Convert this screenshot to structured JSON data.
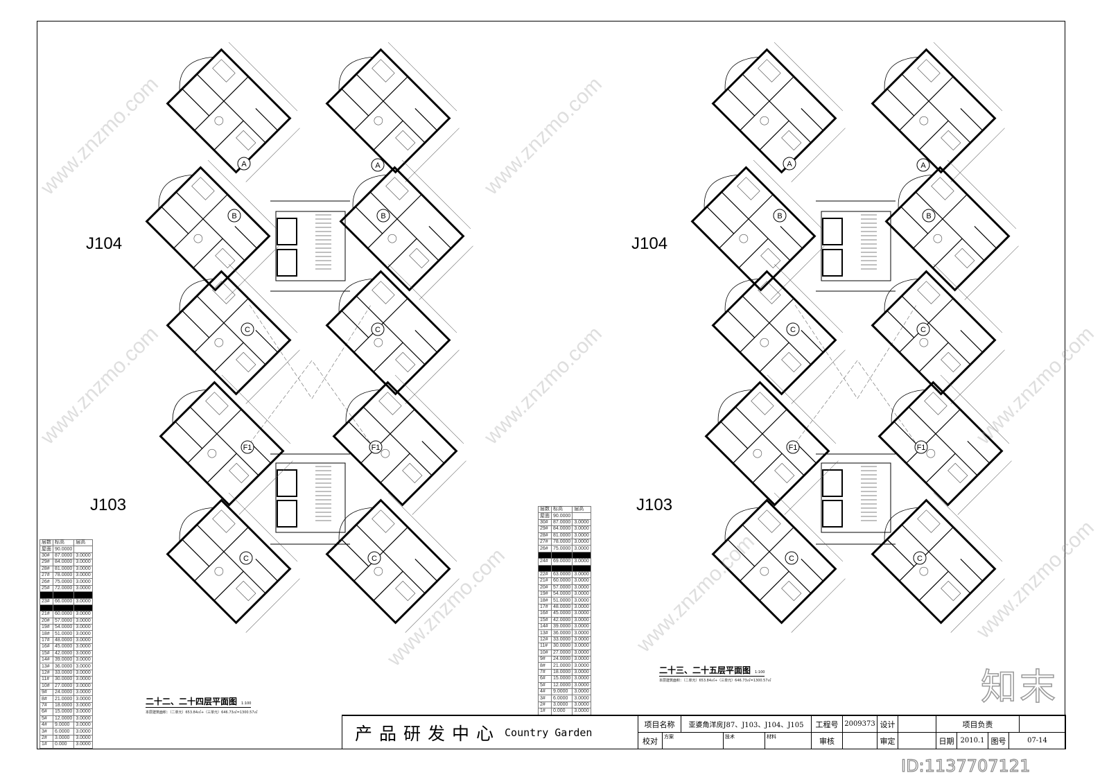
{
  "drawing": {
    "plans": [
      {
        "title": "二十二、二十四层平面图",
        "scale": "1:100",
        "note": "本层建筑面积：（二单元）653.84㎡+（三单元）646.73㎡=1300.57㎡",
        "buildings": [
          "J104",
          "J103"
        ],
        "units": [
          "A",
          "A",
          "B",
          "B",
          "C",
          "C",
          "F1",
          "F1",
          "C",
          "C"
        ]
      },
      {
        "title": "二十三、二十五层平面图",
        "scale": "1:100",
        "note": "本层建筑面积：（二单元）653.84㎡+（三单元）646.73㎡=1300.57㎡",
        "buildings": [
          "J104",
          "J103"
        ],
        "units": [
          "A",
          "A",
          "B",
          "B",
          "C",
          "C",
          "F1",
          "F1",
          "C",
          "C"
        ]
      }
    ],
    "floor_tables": [
      {
        "headers": [
          "层数",
          "标高",
          "层高"
        ],
        "rows": [
          [
            "屋面",
            "90.0000",
            ""
          ],
          [
            "30#",
            "87.0000",
            "3.0000"
          ],
          [
            "29#",
            "84.0000",
            "3.0000"
          ],
          [
            "28#",
            "81.0000",
            "3.0000"
          ],
          [
            "27#",
            "78.0000",
            "3.0000"
          ],
          [
            "26#",
            "75.0000",
            "3.0000"
          ],
          [
            "25#",
            "72.0000",
            "3.0000"
          ],
          [
            "",
            "",
            ""
          ],
          [
            "23#",
            "66.0000",
            "3.0000"
          ],
          [
            "",
            "",
            ""
          ],
          [
            "21#",
            "60.0000",
            "3.0000"
          ],
          [
            "20#",
            "57.0000",
            "3.0000"
          ],
          [
            "19#",
            "54.0000",
            "3.0000"
          ],
          [
            "18#",
            "51.0000",
            "3.0000"
          ],
          [
            "17#",
            "48.0000",
            "3.0000"
          ],
          [
            "16#",
            "45.0000",
            "3.0000"
          ],
          [
            "15#",
            "42.0000",
            "3.0000"
          ],
          [
            "14#",
            "39.0000",
            "3.0000"
          ],
          [
            "13#",
            "36.0000",
            "3.0000"
          ],
          [
            "12#",
            "33.0000",
            "3.0000"
          ],
          [
            "11#",
            "30.0000",
            "3.0000"
          ],
          [
            "10#",
            "27.0000",
            "3.0000"
          ],
          [
            "9#",
            "24.0000",
            "3.0000"
          ],
          [
            "8#",
            "21.0000",
            "3.0000"
          ],
          [
            "7#",
            "18.0000",
            "3.0000"
          ],
          [
            "6#",
            "15.0000",
            "3.0000"
          ],
          [
            "5#",
            "12.0000",
            "3.0000"
          ],
          [
            "4#",
            "9.0000",
            "3.0000"
          ],
          [
            "3#",
            "6.0000",
            "3.0000"
          ],
          [
            "2#",
            "3.0000",
            "3.0000"
          ],
          [
            "1#",
            "0.000",
            "3.0000"
          ]
        ],
        "blacked_rows": [
          7,
          9
        ]
      },
      {
        "headers": [
          "层数",
          "标高",
          "层高"
        ],
        "rows": [
          [
            "屋面",
            "90.0000",
            ""
          ],
          [
            "30#",
            "87.0000",
            "3.0000"
          ],
          [
            "29#",
            "84.0000",
            "3.0000"
          ],
          [
            "28#",
            "81.0000",
            "3.0000"
          ],
          [
            "27#",
            "78.0000",
            "3.0000"
          ],
          [
            "26#",
            "75.0000",
            "3.0000"
          ],
          [
            "",
            "",
            ""
          ],
          [
            "24#",
            "69.0000",
            "3.0000"
          ],
          [
            "",
            "",
            ""
          ],
          [
            "22#",
            "63.0000",
            "3.0000"
          ],
          [
            "21#",
            "60.0000",
            "3.0000"
          ],
          [
            "20#",
            "57.0000",
            "3.0000"
          ],
          [
            "19#",
            "54.0000",
            "3.0000"
          ],
          [
            "18#",
            "51.0000",
            "3.0000"
          ],
          [
            "17#",
            "48.0000",
            "3.0000"
          ],
          [
            "16#",
            "45.0000",
            "3.0000"
          ],
          [
            "15#",
            "42.0000",
            "3.0000"
          ],
          [
            "14#",
            "39.0000",
            "3.0000"
          ],
          [
            "13#",
            "36.0000",
            "3.0000"
          ],
          [
            "12#",
            "33.0000",
            "3.0000"
          ],
          [
            "11#",
            "30.0000",
            "3.0000"
          ],
          [
            "10#",
            "27.0000",
            "3.0000"
          ],
          [
            "9#",
            "24.0000",
            "3.0000"
          ],
          [
            "8#",
            "21.0000",
            "3.0000"
          ],
          [
            "7#",
            "18.0000",
            "3.0000"
          ],
          [
            "6#",
            "15.0000",
            "3.0000"
          ],
          [
            "5#",
            "12.0000",
            "3.0000"
          ],
          [
            "4#",
            "9.0000",
            "3.0000"
          ],
          [
            "3#",
            "6.0000",
            "3.0000"
          ],
          [
            "2#",
            "3.0000",
            "3.0000"
          ],
          [
            "1#",
            "0.000",
            "3.0000"
          ]
        ],
        "blacked_rows": [
          6,
          8
        ]
      }
    ]
  },
  "title_block": {
    "company_cn": "产品研发中心",
    "company_en": "Country Garden",
    "project_name_label": "项目名称",
    "project_name": "亚婆角洋房J87、J103、J104、J105",
    "project_no_label": "工程号",
    "project_no": "2009373",
    "design_label": "设计",
    "project_lead_label": "项目负责",
    "check_label": "校对",
    "scheme_label": "方案",
    "tech_label": "技术",
    "material_label": "材料",
    "review_label": "审核",
    "approve_label": "审定",
    "date_label": "日期",
    "date": "2010.1",
    "drawing_no_label": "图号",
    "drawing_no": "07-14"
  },
  "watermark": {
    "text": "www.znzmo.com",
    "logo": "知末",
    "id": "ID:1137707121"
  },
  "colors": {
    "line": "#000000",
    "paper": "#ffffff",
    "watermark": "#a0a0a0"
  }
}
